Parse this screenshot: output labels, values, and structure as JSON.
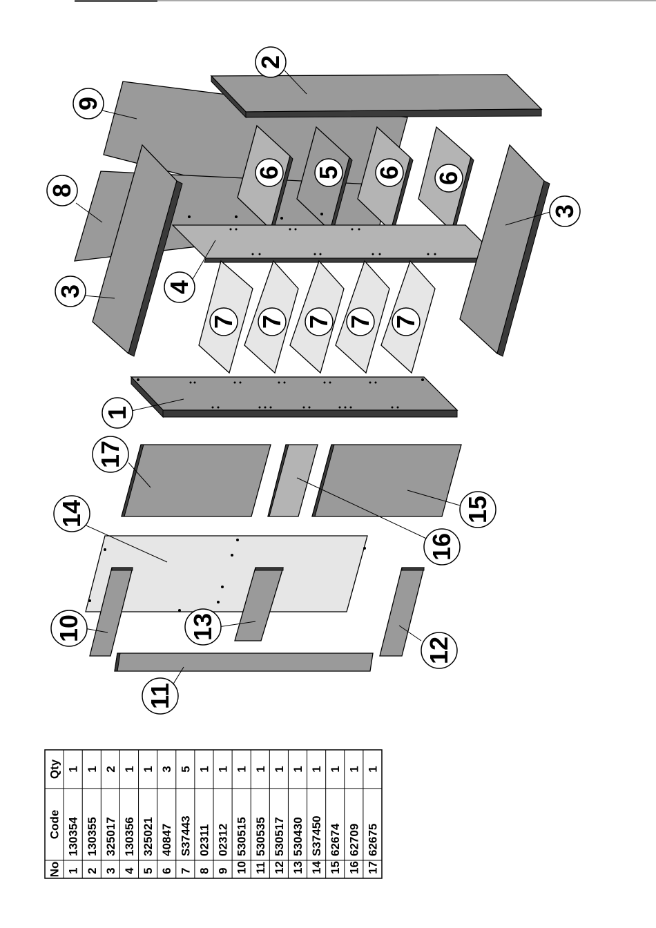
{
  "callouts": {
    "c1": "1",
    "c2": "2",
    "c3a": "3",
    "c3b": "3",
    "c4": "4",
    "c5": "5",
    "c6a": "6",
    "c6b": "6",
    "c6c": "6",
    "c7a": "7",
    "c7b": "7",
    "c7c": "7",
    "c7d": "7",
    "c7e": "7",
    "c8": "8",
    "c9": "9",
    "c10": "10",
    "c11": "11",
    "c12": "12",
    "c13": "13",
    "c14": "14",
    "c15": "15",
    "c16": "16",
    "c17": "17"
  },
  "parts_table": {
    "headers": {
      "no": "No",
      "code": "Code",
      "qty": "Qty"
    },
    "rows": [
      {
        "no": "1",
        "code": "130354",
        "qty": "1"
      },
      {
        "no": "2",
        "code": "130355",
        "qty": "1"
      },
      {
        "no": "3",
        "code": "325017",
        "qty": "2"
      },
      {
        "no": "4",
        "code": "130356",
        "qty": "1"
      },
      {
        "no": "5",
        "code": "325021",
        "qty": "1"
      },
      {
        "no": "6",
        "code": "40847",
        "qty": "3"
      },
      {
        "no": "7",
        "code": "S37443",
        "qty": "5"
      },
      {
        "no": "8",
        "code": "02311",
        "qty": "1"
      },
      {
        "no": "9",
        "code": "02312",
        "qty": "1"
      },
      {
        "no": "10",
        "code": "530515",
        "qty": "1"
      },
      {
        "no": "11",
        "code": "530535",
        "qty": "1"
      },
      {
        "no": "12",
        "code": "530517",
        "qty": "1"
      },
      {
        "no": "13",
        "code": "530430",
        "qty": "1"
      },
      {
        "no": "14",
        "code": "S37450",
        "qty": "1"
      },
      {
        "no": "15",
        "code": "62674",
        "qty": "1"
      },
      {
        "no": "16",
        "code": "62709",
        "qty": "1"
      },
      {
        "no": "17",
        "code": "62675",
        "qty": "1"
      }
    ]
  }
}
